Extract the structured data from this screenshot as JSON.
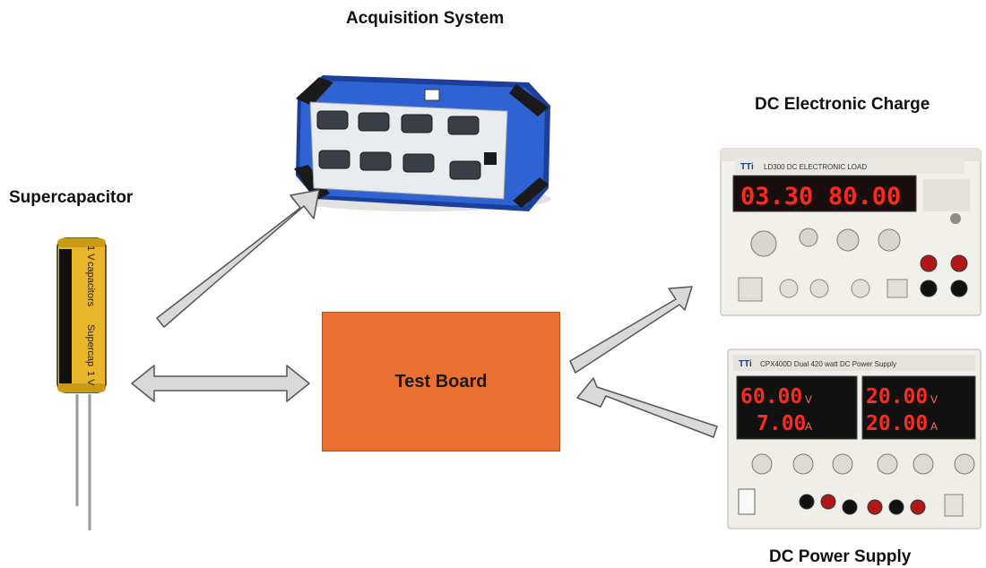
{
  "labels": {
    "acquisition": "Acquisition System",
    "dc_load": "DC Electronic Charge",
    "supercapacitor": "Supercapacitor",
    "power_supply": "DC Power Supply",
    "test_board": "Test Board"
  },
  "capacitor": {
    "text_1": "capacitors",
    "text_2": "Supercap",
    "rating_1": "1 V",
    "rating_2": "1 V"
  },
  "dc_load": {
    "brand": "TTi",
    "model": "LD300 DC ELECTRONIC LOAD",
    "display_1": "03.30",
    "display_2": "80.00"
  },
  "power_supply": {
    "brand": "TTi",
    "model": "CPX400D Dual 420 watt DC Power Supply",
    "v1": "60.00",
    "a1": "7.00",
    "v2": "20.00",
    "a2": "20.00",
    "unit_v": "V",
    "unit_a": "A"
  },
  "colors": {
    "test_board": "#ea7131",
    "arrow_fill": "#d9d9d9",
    "arrow_stroke": "#555555",
    "capacitor_body": "#e7b62a",
    "display_red": "#ff2a1a"
  }
}
